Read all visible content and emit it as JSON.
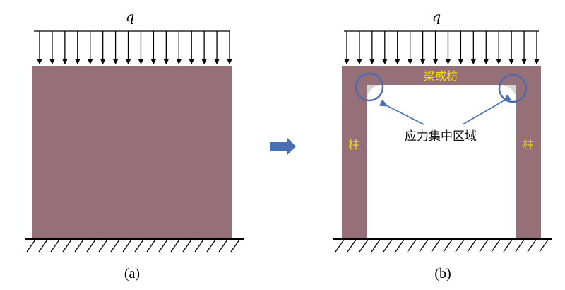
{
  "load_label": "q",
  "figure_a": {
    "caption": "(a)"
  },
  "figure_b": {
    "caption": "(b)",
    "beam_label": "梁或枋",
    "column_left_label": "柱",
    "column_right_label": "柱",
    "stress_label": "应力集中区域"
  },
  "colors": {
    "member": "#957079",
    "circle": "#4c6ab0",
    "arrow": "#4a6fb5",
    "corner": "#d6d6d6",
    "label_yellow": "#f3e000"
  }
}
